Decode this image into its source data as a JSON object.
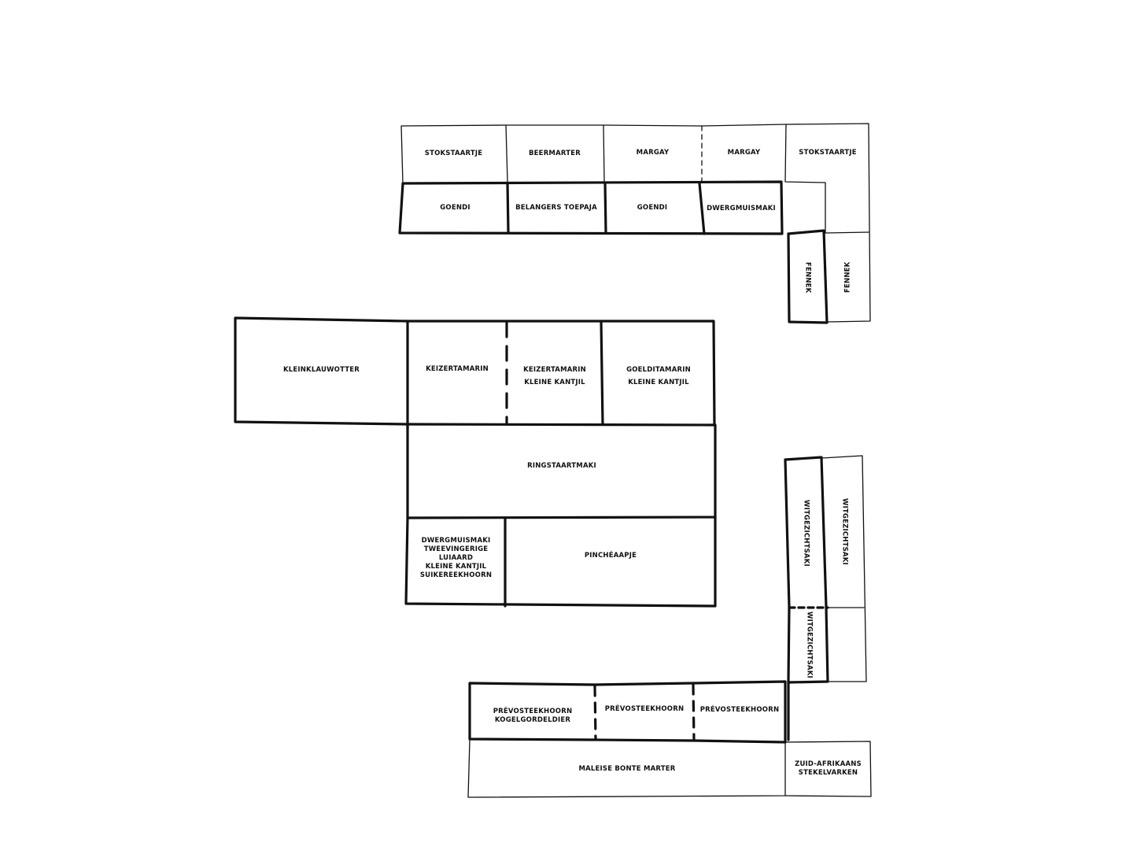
{
  "diagram": {
    "type": "enclosure-floorplan",
    "background": "#ffffff",
    "stroke_color": "#111111",
    "top_block": {
      "row1": [
        "STOKSTAARTJE",
        "BEERMARTER",
        "MARGAY",
        "MARGAY",
        "STOKSTAARTJE"
      ],
      "row2": [
        "GOENDI",
        "BELANGERS TOEPAJA",
        "GOENDI",
        "DWERGMUISMAKI"
      ],
      "side": [
        "FENNEK",
        "FENNEK"
      ]
    },
    "center_block": {
      "kleinklauwotter": "KLEINKLAUWOTTER",
      "keizertamarin": "KEIZERTAMARIN",
      "keizertamarin_kantjil": "KEIZERTAMARIN\nKLEINE KANTJIL",
      "goelditamarin_kantjil": "GOELDITAMARIN\nKLEINE KANTJIL",
      "ringstaartmaki": "RINGSTAARTMAKI",
      "mixed": "DWERGMUISMAKI\nTWEEVINGERIGE LUIAARD\nKLEINE KANTJIL\nSUIKEREEKHOORN",
      "pincheaapje": "PINCHÉAAPJE"
    },
    "right_block": {
      "witgezichtsaki_1": "WITGEZICHTSAKI",
      "witgezichtsaki_2": "WITGEZICHTSAKI",
      "witgezichtsaki_3": "WITGEZICHTSAKI"
    },
    "bottom_block": {
      "row1": [
        "PRÉVOSTEEKHOORN\nKOGELGORDELDIER",
        "PRÉVOSTEEKHOORN",
        "PRÉVOSTEEKHOORN"
      ],
      "maleise": "MALEISE BONTE MARTER",
      "zuid_afrikaans": "ZUID-AFRIKAANS\nSTEKELVARKEN"
    }
  }
}
